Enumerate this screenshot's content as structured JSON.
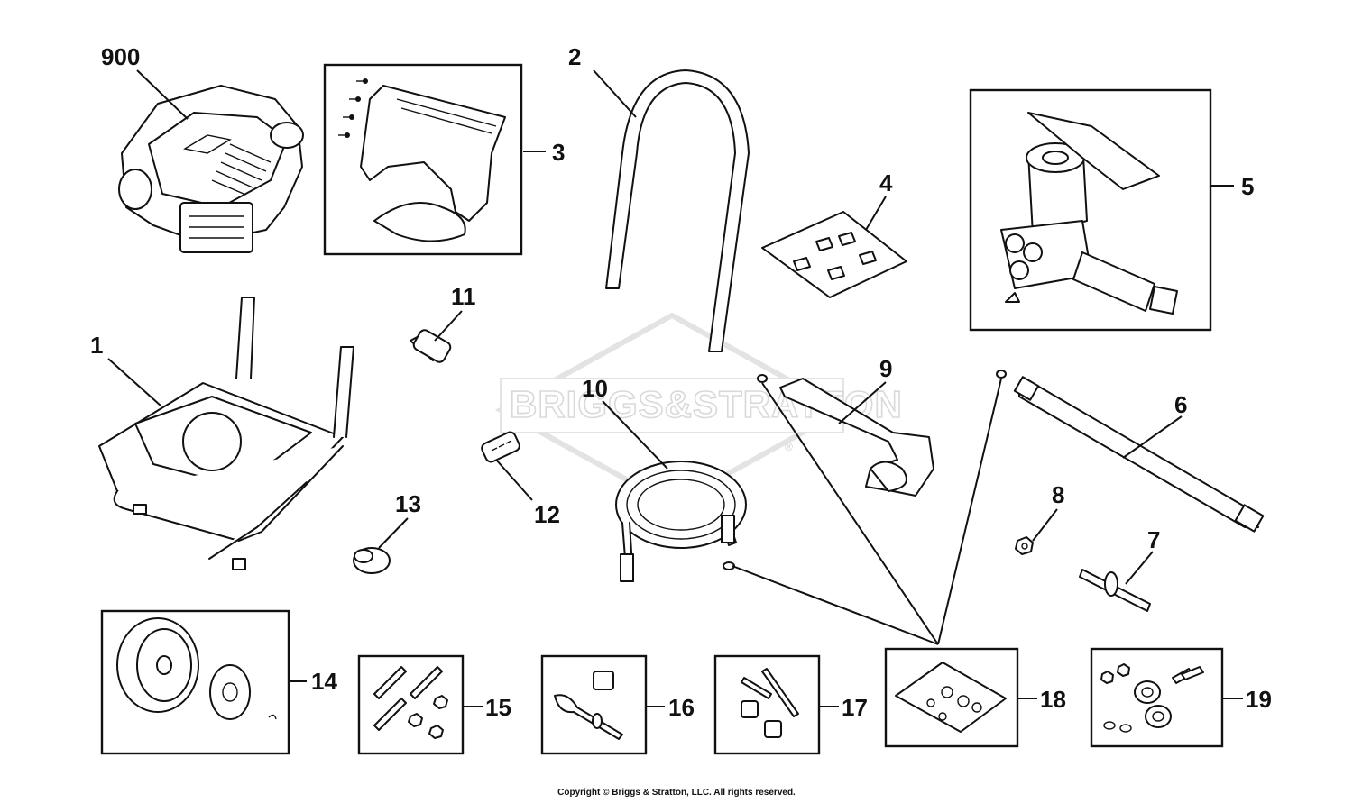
{
  "watermark": {
    "text": "BRIGGS&STRATTON",
    "mark": "®"
  },
  "copyright": "Copyright © Briggs & Stratton, LLC. All rights reserved.",
  "callouts": {
    "c900": "900",
    "c1": "1",
    "c2": "2",
    "c3": "3",
    "c4": "4",
    "c5": "5",
    "c6": "6",
    "c7": "7",
    "c8": "8",
    "c9": "9",
    "c10": "10",
    "c11": "11",
    "c12": "12",
    "c13": "13",
    "c14": "14",
    "c15": "15",
    "c16": "16",
    "c17": "17",
    "c18": "18",
    "c19": "19"
  }
}
